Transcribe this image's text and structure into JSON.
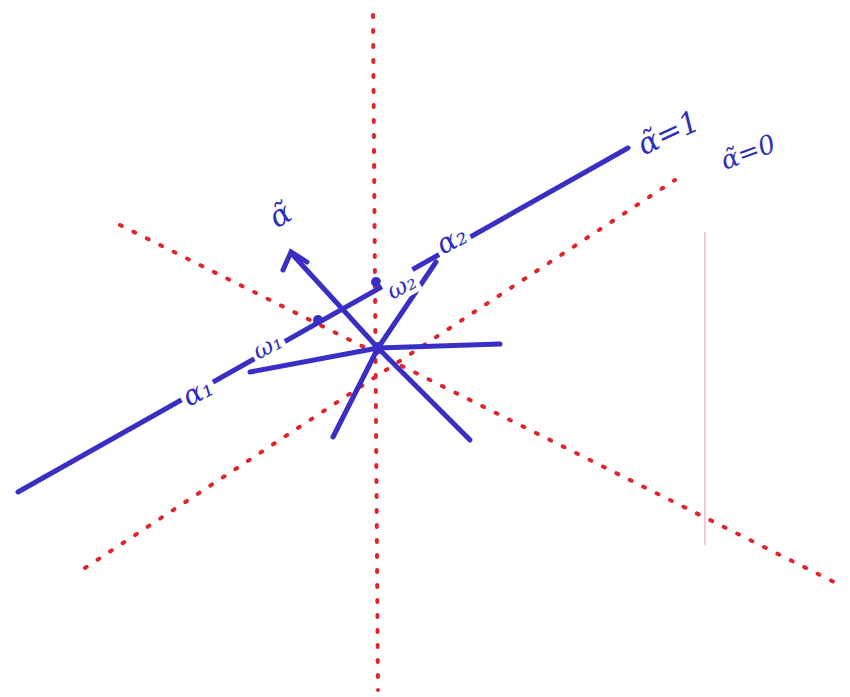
{
  "diagram": {
    "labels": [
      "α̃=1",
      "α̃=0",
      "α̃",
      "α₁",
      "ω₁",
      "ω₂",
      "α₂"
    ]
  }
}
